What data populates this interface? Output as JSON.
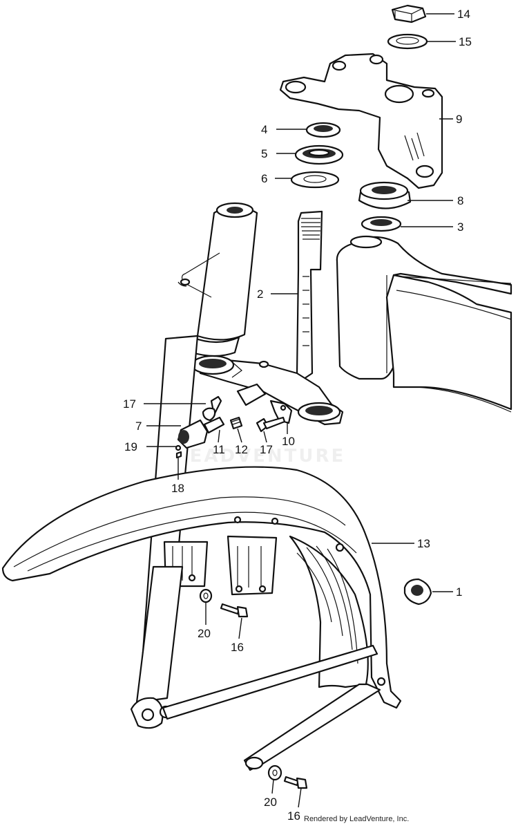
{
  "callouts": {
    "c14": "14",
    "c15": "15",
    "c9": "9",
    "c4": "4",
    "c5": "5",
    "c6": "6",
    "c8": "8",
    "c3": "3",
    "c2": "2",
    "c17a": "17",
    "c7": "7",
    "c19": "19",
    "c11": "11",
    "c12": "12",
    "c17b": "17",
    "c10": "10",
    "c18": "18",
    "c13": "13",
    "c1": "1",
    "c20a": "20",
    "c16a": "16",
    "c20b": "20",
    "c16b": "16"
  },
  "watermark": "LEADVENTURE",
  "credit": "Rendered by LeadVenture, Inc."
}
